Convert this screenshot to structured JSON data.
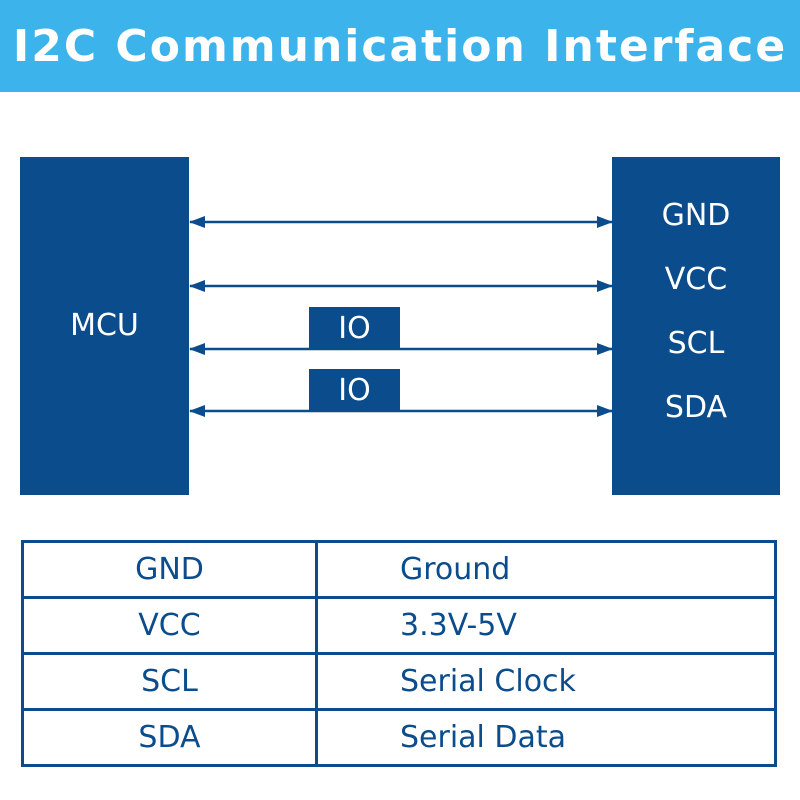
{
  "title": "I2C Communication Interface",
  "colors": {
    "banner": "#3db3ec",
    "navy": "#0b4c8c",
    "background": "#ffffff"
  },
  "diagram": {
    "mcu_label": "MCU",
    "module_pins": [
      "GND",
      "VCC",
      "SCL",
      "SDA"
    ],
    "io_labels": [
      "IO",
      "IO"
    ]
  },
  "table": {
    "rows": [
      {
        "pin": "GND",
        "description": "Ground"
      },
      {
        "pin": "VCC",
        "description": "3.3V-5V"
      },
      {
        "pin": "SCL",
        "description": "Serial Clock"
      },
      {
        "pin": "SDA",
        "description": "Serial Data"
      }
    ]
  }
}
